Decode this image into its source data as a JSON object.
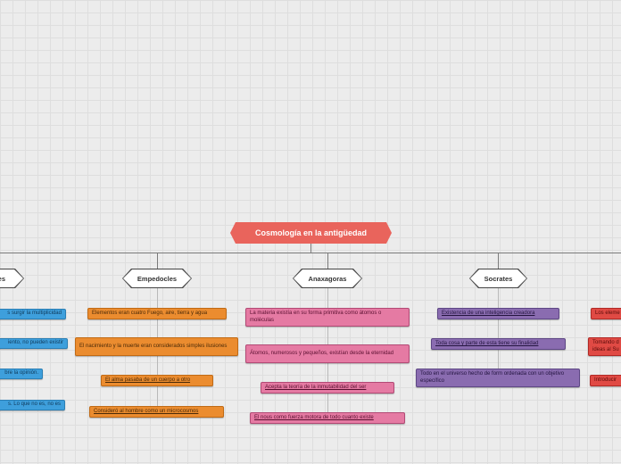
{
  "central": "Cosmología en la antigüedad",
  "branches": {
    "left_partial": {
      "label": "les",
      "items": [
        "s surgir la multiplicidad",
        "iento, no pueden existir",
        "bre la opinión.",
        "s. Lo que no es, no es"
      ]
    },
    "empedocles": {
      "label": "Empedocles",
      "items": [
        "Elementos eran cuatro Fuego, aire, tierra y agua",
        "El nacimiento y la muerte eran considerados simples ilusiones",
        "El alma pasaba de un cuerpo a otro",
        "Consideró al hombre como un microcosmos"
      ]
    },
    "anaxagoras": {
      "label": "Anaxagoras",
      "items": [
        "La materia existía en su forma primitiva como átomos o moléculas",
        "Átomos, numerosos y pequeños, existían desde la eternidad",
        "Acepta la teoría de la inmutabilidad del ser",
        "El nous como fuerza motora de todo cuanto existe"
      ]
    },
    "socrates": {
      "label": "Socrates",
      "items": [
        "Existencia de una inteligencia creadora",
        "Toda cosa y parte de esta tiene su finalidad",
        "Todo en el universo hecho de form ordenada con un objetivo específico"
      ]
    },
    "right_partial": {
      "items": [
        "Los eleme",
        "Tomando d ideas al Su",
        "Introducir"
      ]
    }
  }
}
